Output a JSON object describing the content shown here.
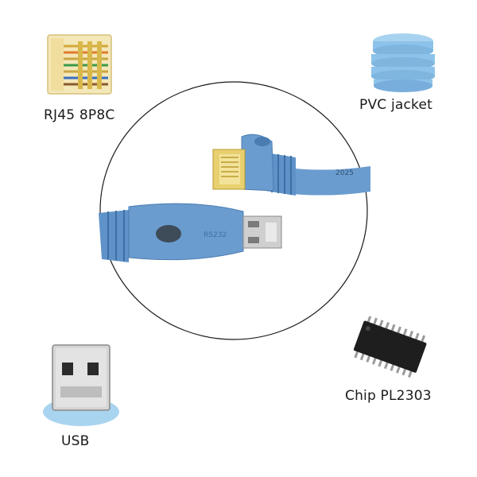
{
  "features": [
    {
      "id": "rj45",
      "label": "RJ45 8P8C",
      "icon": "rj45-connector-icon"
    },
    {
      "id": "pvc",
      "label": "PVC jacket",
      "icon": "pvc-jacket-layers-icon"
    },
    {
      "id": "usb",
      "label": "USB",
      "icon": "usb-plug-icon"
    },
    {
      "id": "chip",
      "label": "Chip PL2303",
      "icon": "ic-chip-icon"
    }
  ],
  "cable": {
    "print_label": "2025",
    "usb_body_text": "RS232"
  },
  "colors": {
    "cable_blue": "#6b9ccf",
    "cable_blue_dark": "#4a7cb2",
    "jacket_blue": "#8dc3ea",
    "usb_shadow": "#a9d4ef",
    "chip_black": "#1e1e1e",
    "gold": "#c9a640"
  }
}
